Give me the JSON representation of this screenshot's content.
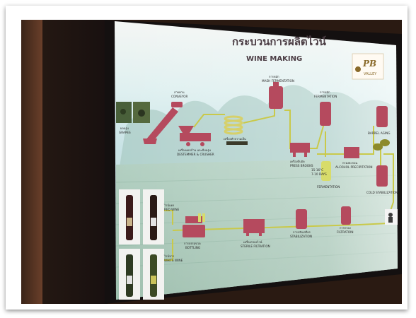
{
  "poster": {
    "title_thai": "กระบวนการผลิตไวน์",
    "title_en": "WINE MAKING",
    "logo_text": "PB",
    "logo_sub": "VALLEY"
  },
  "steps": {
    "grapes_thai": "ผลองุ่น",
    "grapes": "GRAPES",
    "conveyor_thai": "สายพาน",
    "conveyor": "CONVEYOR",
    "destemmer_thai": "เครื่องแยกก้าน และบีบองุ่น",
    "destemmer": "DESTEMMER & CRUSHER",
    "cooler_thai": "เครื่องทำความเย็น",
    "mash_thai": "การหมัก",
    "mash": "MASH FERMENTATION",
    "press_thai": "เครื่องบีบอัด",
    "press": "PRESS BROOKS",
    "fermentation_thai": "การหมัก",
    "fermentation": "FERMENTATION",
    "temp": "15-16°C",
    "days": "7-10 DAYS",
    "alcohol_thai": "กรองตะกอน",
    "alcohol": "ALCOHOL PRECIPITATION",
    "barrel_thai": "บ่มในถังโอ๊ค",
    "barrel": "BARREL AGING",
    "cold_thai": "การบ่มเย็น",
    "cold": "COLD STABILIZATION",
    "red_wine_thai": "ไวน์แดง",
    "red_wine": "RED WINE",
    "white_wine_thai": "ไวน์ขาว",
    "white_wine": "WHITE WINE",
    "bottling_thai": "การบรรจุขวด",
    "bottling": "BOTTLING",
    "filtration_thai": "เครื่องกรองไวน์",
    "filtration": "STERILE FILTRATION",
    "stabilization_thai": "การปรับเสถียร",
    "stabilization": "STABILIZATION",
    "filling_thai": "การกรอง",
    "filling": "FILTRATION"
  },
  "colors": {
    "machine": "#b54a5e",
    "pipe": "#c9c94a",
    "bottle_green": "#d8dc6a",
    "sky": "#c9e3e6",
    "vineyard": "#a8c8b4"
  }
}
